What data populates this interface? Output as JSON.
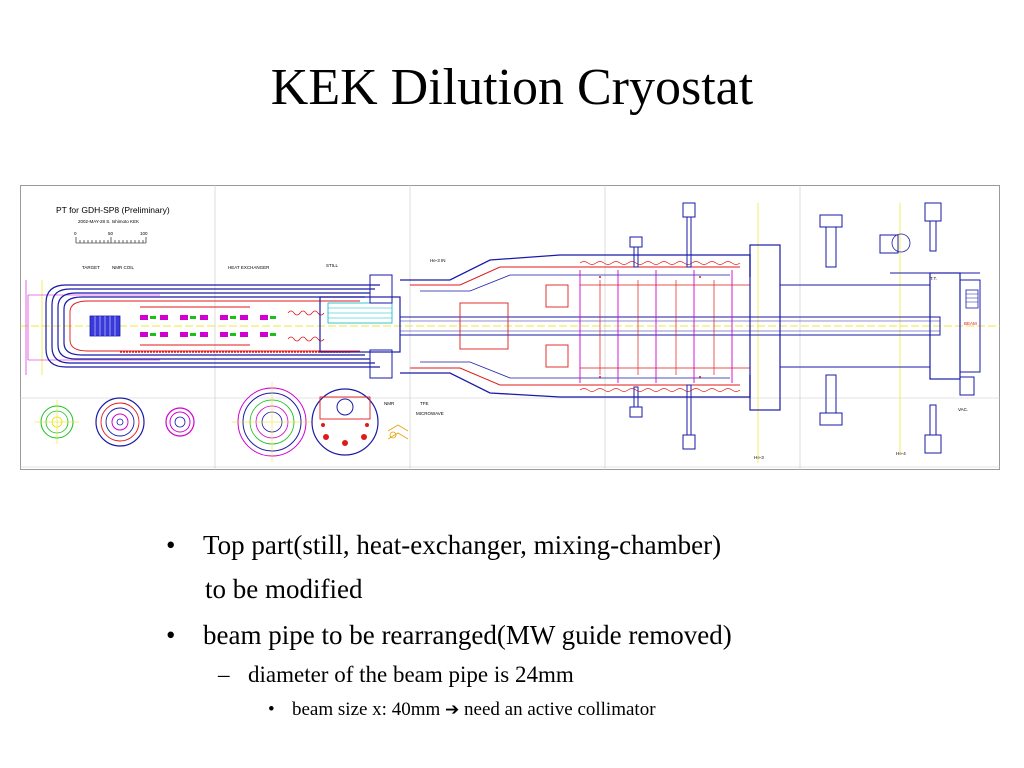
{
  "slide": {
    "title": "KEK Dilution Cryostat"
  },
  "drawing": {
    "title": "PT for GDH-SP8 (Preliminary)",
    "author_line": "2002-MAY-28  S. Ishimoto KEK",
    "scale_labels": [
      "0",
      "50",
      "100"
    ],
    "labels": {
      "target": "TARGET",
      "nmr_coil": "NMR COIL",
      "heat_exchanger": "HEAT EXCHANGER",
      "still": "STILL",
      "he3_in": "He-3 IN",
      "tt": "T.T.",
      "beam": "BEAM",
      "nmr": "NMR",
      "tfe": "TFE",
      "microwave": "MICROWAVE",
      "vac": "VAC.",
      "he3": "He-3",
      "he4": "He-4"
    },
    "colors": {
      "structure": "#1a1aa8",
      "red": "#e01a1a",
      "magenta": "#d000d0",
      "green": "#18c018",
      "yellow": "#e8e000",
      "cyan": "#00b8c8",
      "frame": "#9a9a9a"
    }
  },
  "bullets": [
    {
      "marker": "•",
      "text": "Top part(still, heat-exchanger, mixing-chamber)"
    },
    {
      "text": "to be modified"
    },
    {
      "marker": "•",
      "text": "beam pipe to be rearranged(MW guide removed)"
    }
  ],
  "sub_bullets": [
    {
      "marker": "–",
      "text": "diameter of the beam pipe is 24mm"
    }
  ],
  "sub_sub_bullets": [
    {
      "marker": "•",
      "text": "beam size x: 40mm",
      "arrow": "➔",
      "continuation": "need an active collimator"
    }
  ]
}
